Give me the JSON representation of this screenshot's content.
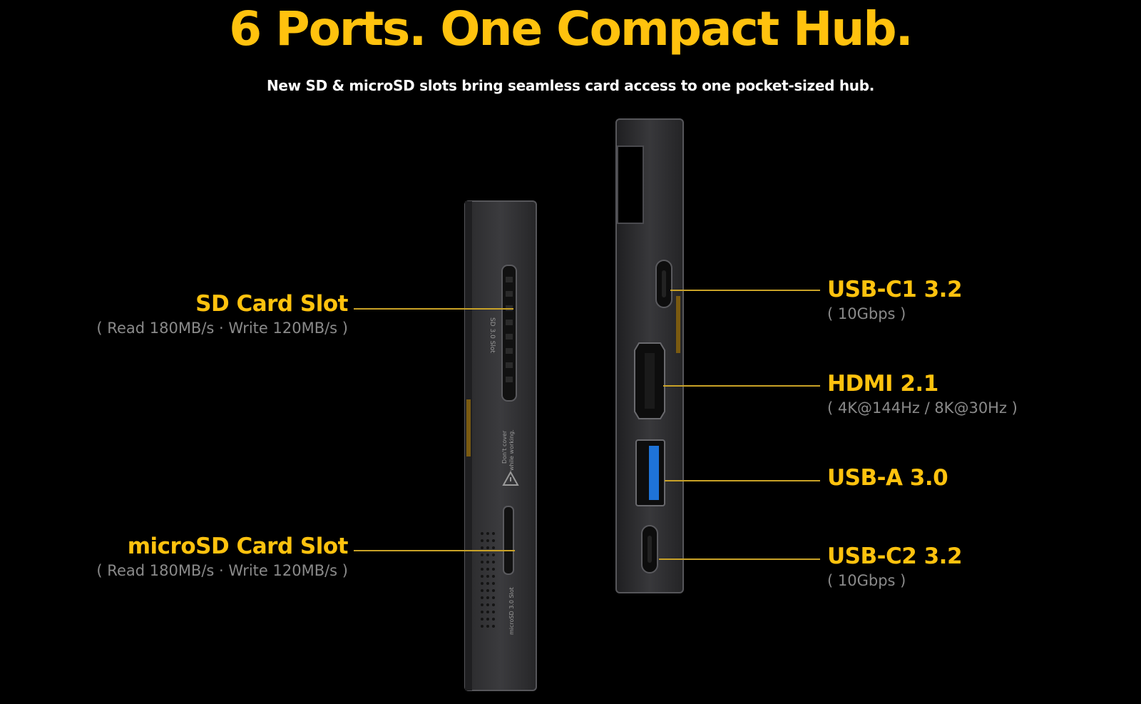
{
  "headline": "6 Ports. One Compact Hub.",
  "subheadline": "New SD & microSD slots bring seamless card access to one pocket-sized hub.",
  "device_labels": {
    "sd_slot_print": "SD 3.0 Slot",
    "warning_line1": "Don't cover",
    "warning_line2": "while working.",
    "microsd_slot_print": "microSD 3.0 Slot"
  },
  "callouts": {
    "sd": {
      "title": "SD Card Slot",
      "spec": "( Read 180MB/s · Write 120MB/s )"
    },
    "microsd": {
      "title": "microSD Card Slot",
      "spec": "( Read 180MB/s · Write 120MB/s )"
    },
    "usb_c1": {
      "title": "USB-C1 3.2",
      "spec": "( 10Gbps )"
    },
    "hdmi": {
      "title": "HDMI 2.1",
      "spec": "( 4K@144Hz / 8K@30Hz )"
    },
    "usb_a": {
      "title": "USB-A 3.0",
      "spec": ""
    },
    "usb_c2": {
      "title": "USB-C2 3.2",
      "spec": "( 10Gbps )"
    }
  },
  "colors": {
    "accent": "#FFC20E",
    "leader": "#C9A227",
    "spec_text": "#8a8a8a",
    "background": "#000000",
    "usb_a_tongue": "#1E73D8"
  }
}
